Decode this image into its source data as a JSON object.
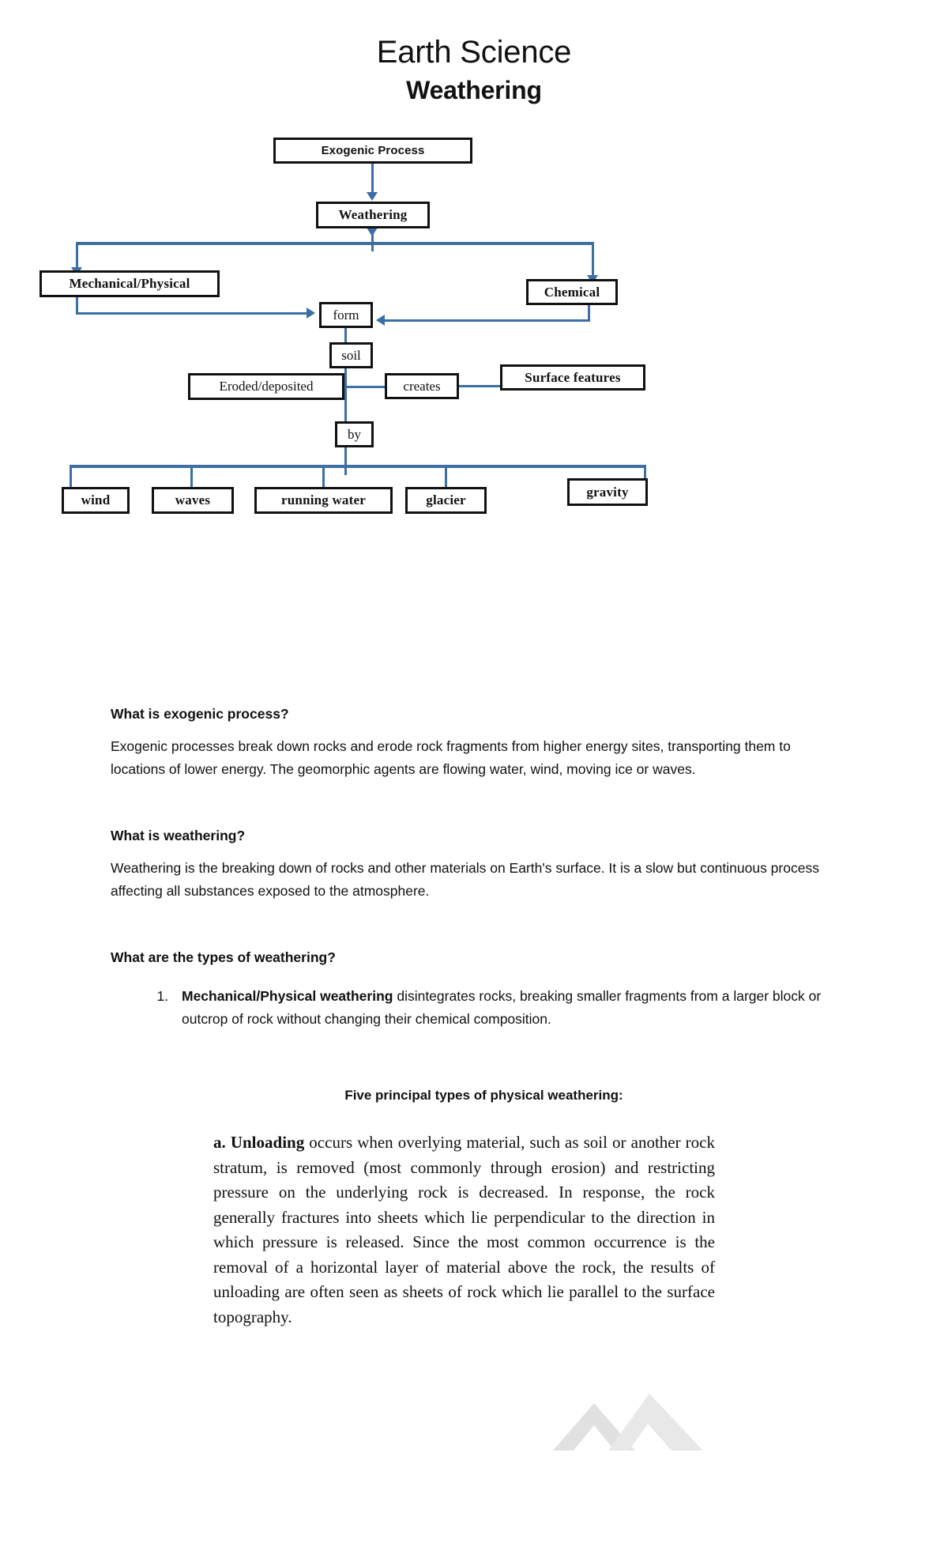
{
  "document": {
    "title": "Earth Science",
    "subtitle": "Weathering"
  },
  "diagram": {
    "accent_color": "#3d6fa5",
    "border_color": "#111111",
    "nodes": {
      "exogenic_process": "Exogenic Process",
      "weathering": "Weathering",
      "mechanical_physical": "Mechanical/Physical",
      "chemical": "Chemical",
      "form": "form",
      "soil": "soil",
      "eroded_deposited": "Eroded/deposited",
      "creates": "creates",
      "surface_features": "Surface features",
      "by": "by",
      "wind": "wind",
      "waves": "waves",
      "running_water": "running water",
      "glacier": "glacier",
      "gravity": "gravity"
    }
  },
  "sections": [
    {
      "heading": "What is exogenic process?",
      "body": "Exogenic processes break down rocks and erode rock fragments from higher energy sites, transporting them to locations of lower energy. The geomorphic agents are flowing water, wind, moving ice or waves."
    },
    {
      "heading": "What is weathering?",
      "body": "Weathering is the breaking down of rocks and other materials on Earth's surface. It is a slow but continuous process affecting all substances exposed to the atmosphere."
    }
  ],
  "types_section": {
    "heading": "What are the types of weathering?",
    "items": [
      {
        "number": "1.",
        "bold_lead": "Mechanical/Physical weathering",
        "rest": " disintegrates rocks, breaking smaller fragments from a larger block or outcrop of rock without changing their chemical composition."
      }
    ]
  },
  "five_types": {
    "heading": "Five principal types of physical weathering:",
    "item_a": {
      "label": "a. Unloading",
      "text": " occurs when overlying material, such as soil or another rock stratum, is removed (most commonly through erosion) and restricting pressure on the underlying rock is decreased. In response, the rock generally fractures into sheets which lie perpendicular to the direction in which pressure is released. Since the most common occurrence is the removal of a horizontal layer of material above the rock, the results of unloading are often seen as sheets of rock which lie parallel to the surface topography."
    }
  }
}
